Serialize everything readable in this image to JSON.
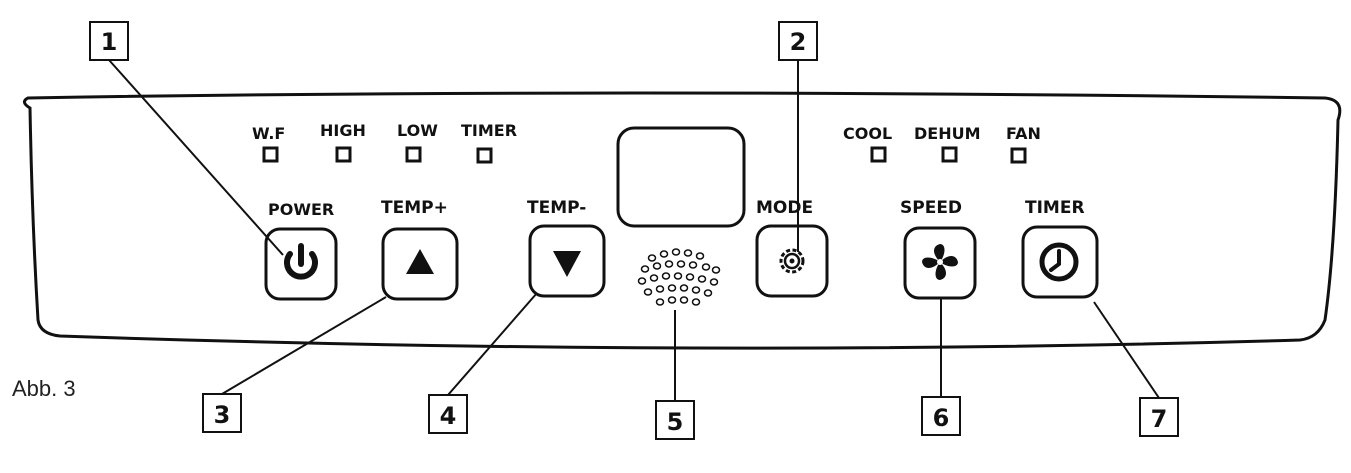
{
  "caption": "Abb. 3",
  "indicators_left": [
    {
      "label": "W.F"
    },
    {
      "label": "HIGH"
    },
    {
      "label": "LOW"
    },
    {
      "label": "TIMER"
    }
  ],
  "indicators_right": [
    {
      "label": "COOL"
    },
    {
      "label": "DEHUM"
    },
    {
      "label": "FAN"
    }
  ],
  "buttons": [
    {
      "label": "POWER",
      "icon": "power-icon"
    },
    {
      "label": "TEMP+",
      "icon": "arrow-up-icon"
    },
    {
      "label": "TEMP-",
      "icon": "arrow-down-icon"
    },
    {
      "label": "MODE",
      "icon": "gear-icon"
    },
    {
      "label": "SPEED",
      "icon": "fan-icon"
    },
    {
      "label": "TIMER",
      "icon": "clock-icon"
    }
  ],
  "callouts": [
    "1",
    "2",
    "3",
    "4",
    "5",
    "6",
    "7"
  ],
  "colors": {
    "stroke": "#111111",
    "background": "#ffffff"
  }
}
